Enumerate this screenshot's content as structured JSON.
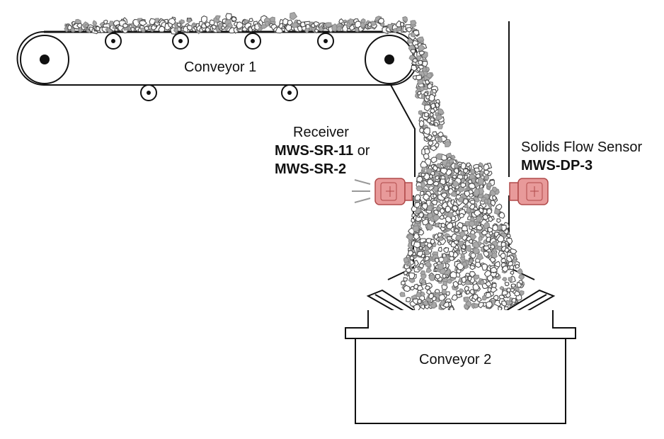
{
  "conveyor1": {
    "label": "Conveyor 1"
  },
  "conveyor2": {
    "label": "Conveyor 2"
  },
  "receiver": {
    "title": "Receiver",
    "model_a": "MWS-SR-11",
    "or": "or",
    "model_b": "MWS-SR-2"
  },
  "sensor": {
    "title": "Solids Flow Sensor",
    "model": "MWS-DP-3"
  },
  "colors": {
    "line": "#111111",
    "material": "#8a8a8a",
    "material_dark": "#4a4a4a",
    "device": "#e89a9a",
    "device_stroke": "#b04a4a"
  }
}
